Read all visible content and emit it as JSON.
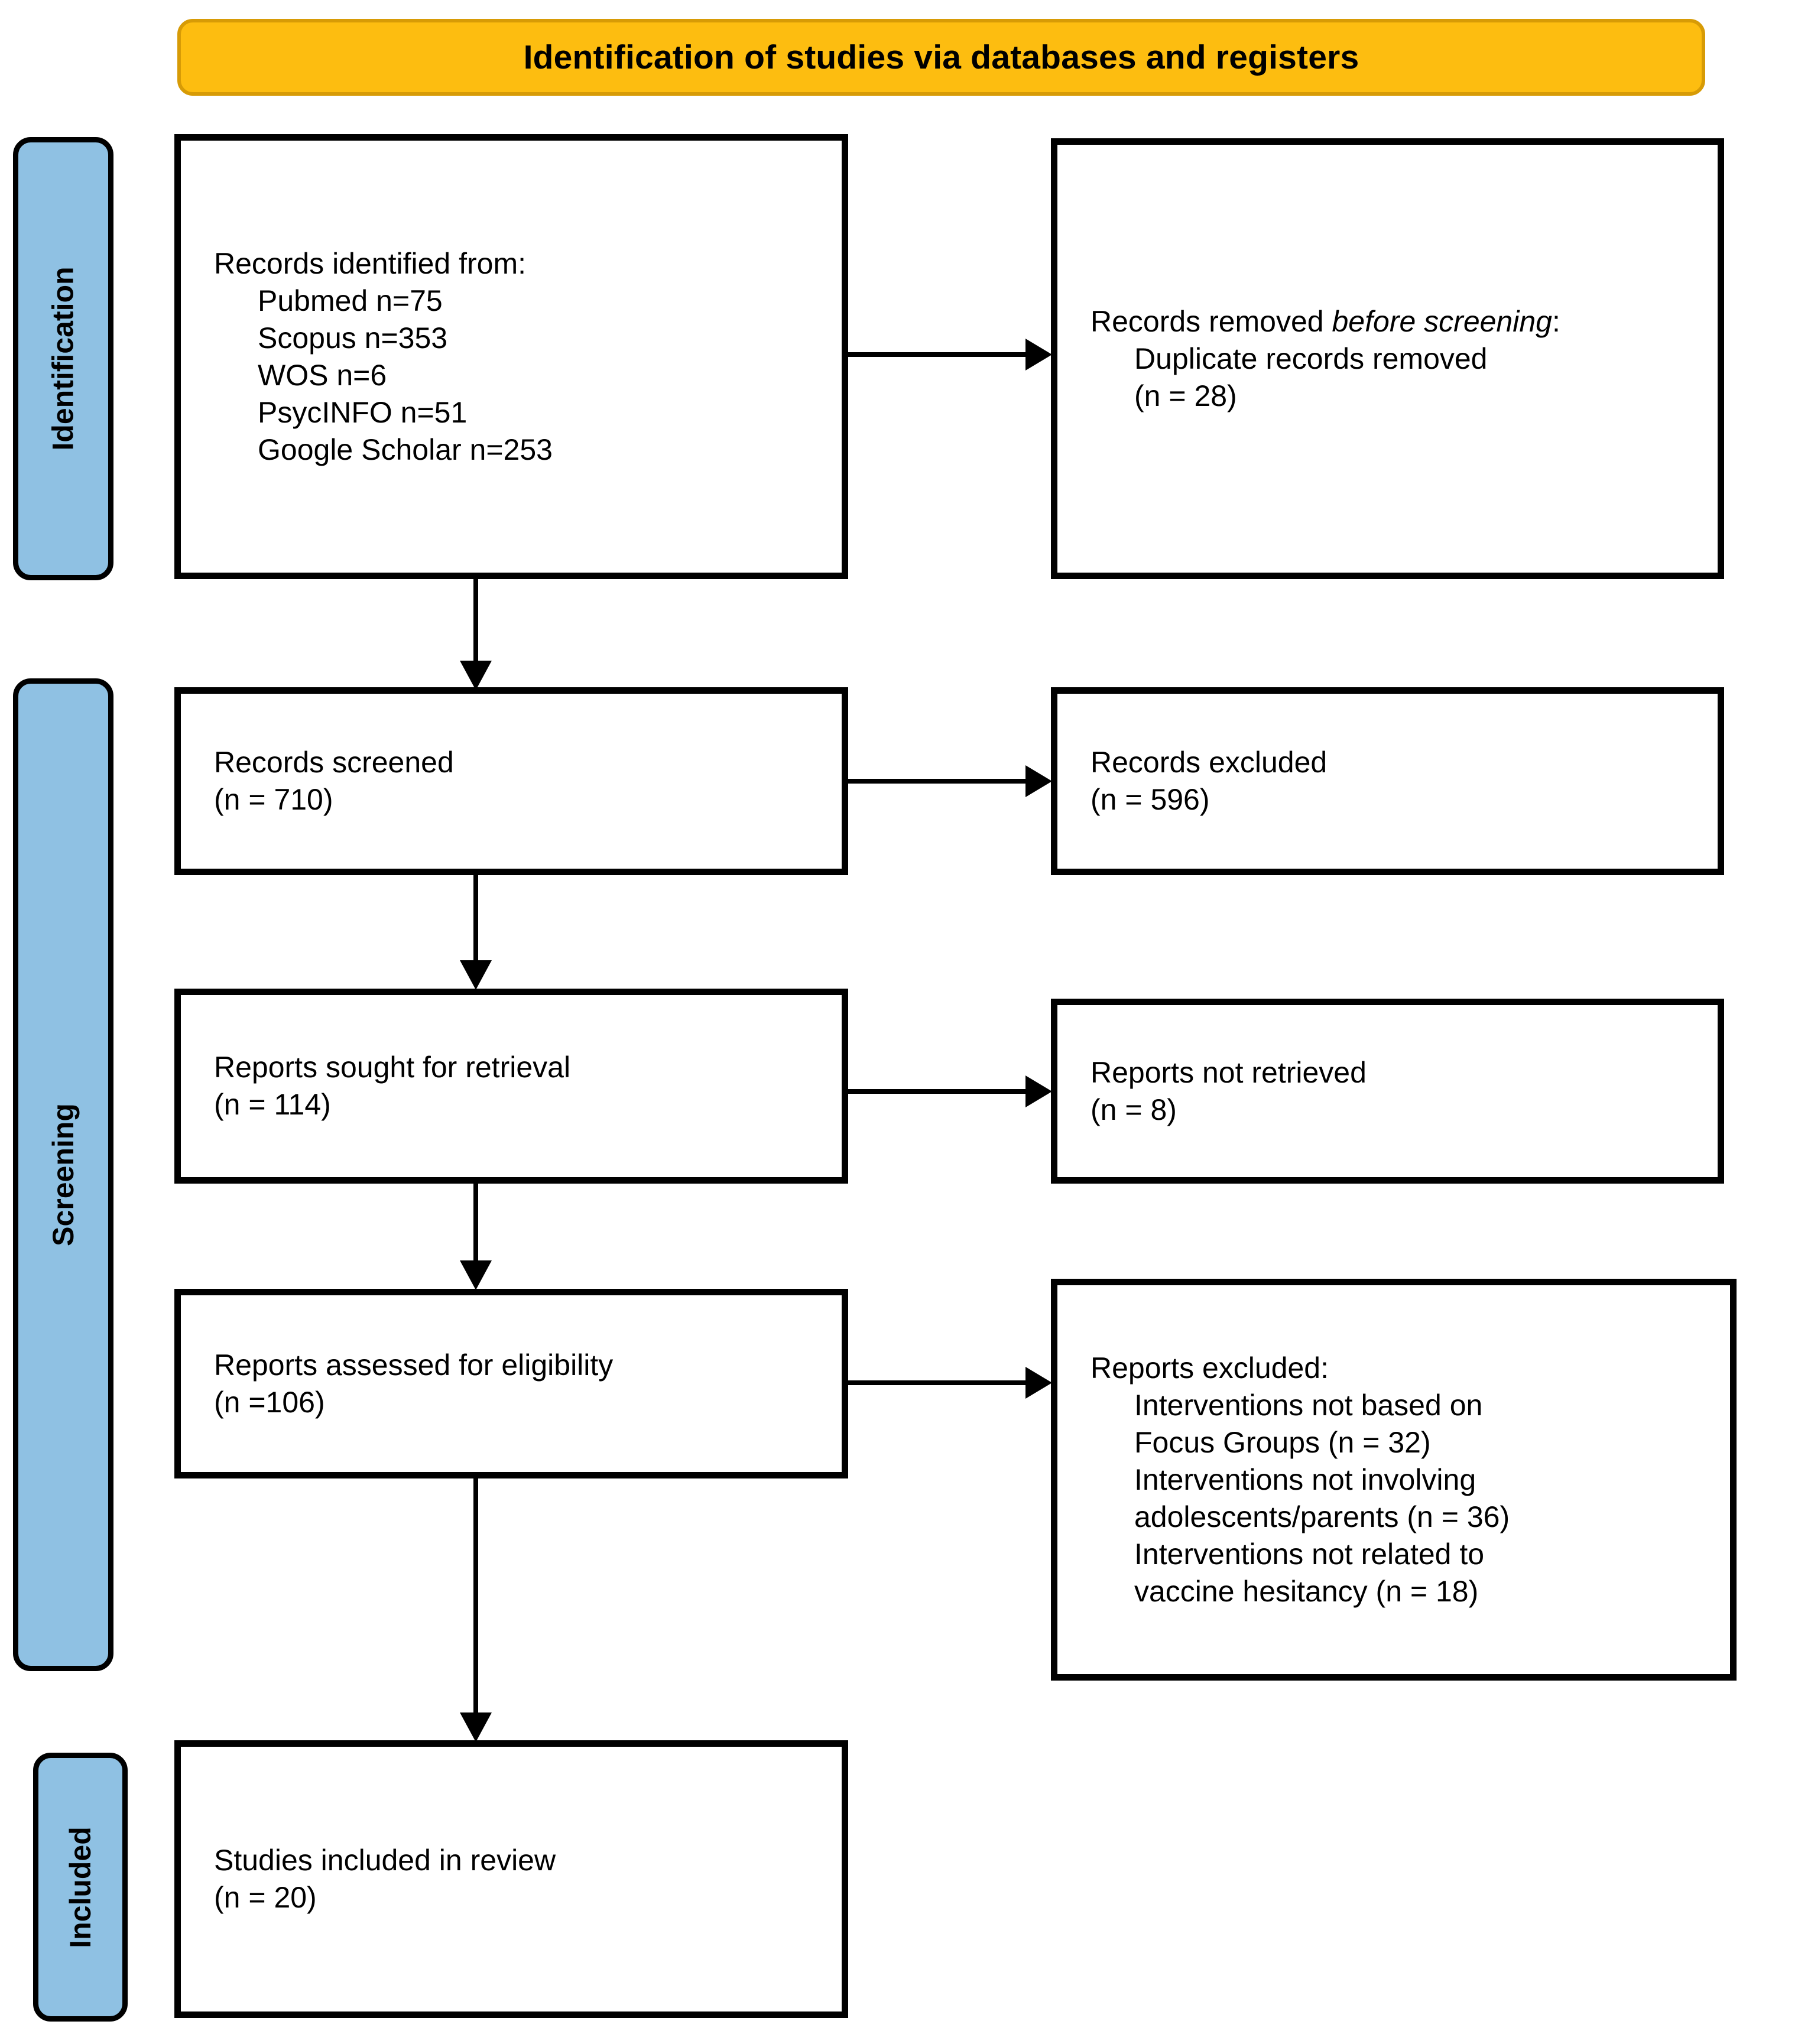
{
  "banner": {
    "title": "Identification of studies via databases and registers",
    "bg_color": "#FDBD10",
    "border_color": "#D79B06"
  },
  "phases": {
    "identification": "Identification",
    "screening": "Screening",
    "included": "Included",
    "bg_color": "#8FC1E3"
  },
  "boxes": {
    "identified": {
      "heading": "Records identified from:",
      "sources": [
        "Pubmed n=75",
        "Scopus n=353",
        "WOS n=6",
        "PsycINFO n=51",
        "Google Scholar n=253"
      ]
    },
    "removed": {
      "heading_pre": "Records removed ",
      "heading_italic": "before screening",
      "heading_post": ":",
      "line1": "Duplicate records removed",
      "line2": "(n = 28)"
    },
    "screened": {
      "label": "Records screened",
      "count": "(n = 710)"
    },
    "excluded": {
      "label": "Records excluded",
      "count": "(n = 596)"
    },
    "sought": {
      "label": "Reports sought for retrieval",
      "count": "(n = 114)"
    },
    "not_retrieved": {
      "label": "Reports not retrieved",
      "count": "(n = 8)"
    },
    "eligibility": {
      "label": "Reports assessed for eligibility",
      "count": "(n =106)"
    },
    "reports_excluded": {
      "heading": "Reports excluded:",
      "reasons": [
        "Interventions not based on",
        "Focus Groups (n = 32)",
        "Interventions not involving",
        "adolescents/parents (n = 36)",
        "Interventions not related to",
        "vaccine hesitancy (n = 18)"
      ]
    },
    "included": {
      "label": "Studies included in review",
      "count": "(n = 20)"
    }
  }
}
